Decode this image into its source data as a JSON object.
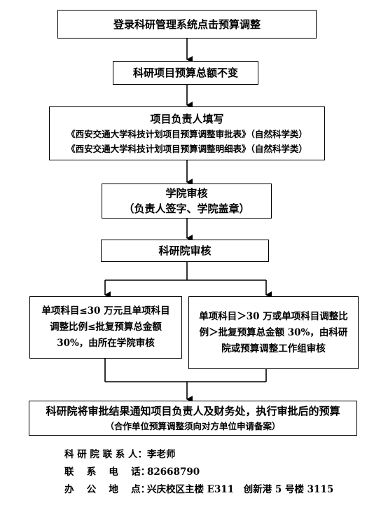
{
  "flowchart": {
    "step1": "登录科研管理系统点击预算调整",
    "step2": "科研项目预算总额不变",
    "step3": {
      "title": "项目负责人填写",
      "line1": "《西安交通大学科技计划项目预算调整审批表》（自然科学类）",
      "line2": "《西安交通大学科技计划项目预算调整明细表》（自然科学类）"
    },
    "step4": {
      "title": "学院审核",
      "line1": "（负责人签字、学院盖章）"
    },
    "step5": "科研院审核",
    "branch_left": {
      "line1": "单项科目≤30 万元且单项科目",
      "line2": "调整比例≤批复预算总金额",
      "line3": "30%，由所在学院审核"
    },
    "branch_right": {
      "line1": "单项科目＞30 万或单项科目调整比",
      "line2": "例＞批复预算总金额 30%，由科研",
      "line3": "院或预算调整工作组审核"
    },
    "step_final": {
      "line1": "科研院将审批结果通知项目负责人及财务处，执行审批后的预算",
      "line2": "（合作单位预算调整须向对方单位申请备案）"
    }
  },
  "contact": {
    "person_label": "科 研 院 联 系 人：",
    "person_value": "李老师",
    "phone_label": "联　 系　 电　 话：",
    "phone_value": "82668790",
    "office_label": "办　 公　 地　 点：",
    "office_value": "兴庆校区主楼 E311　创新港 5 号楼 3115"
  }
}
